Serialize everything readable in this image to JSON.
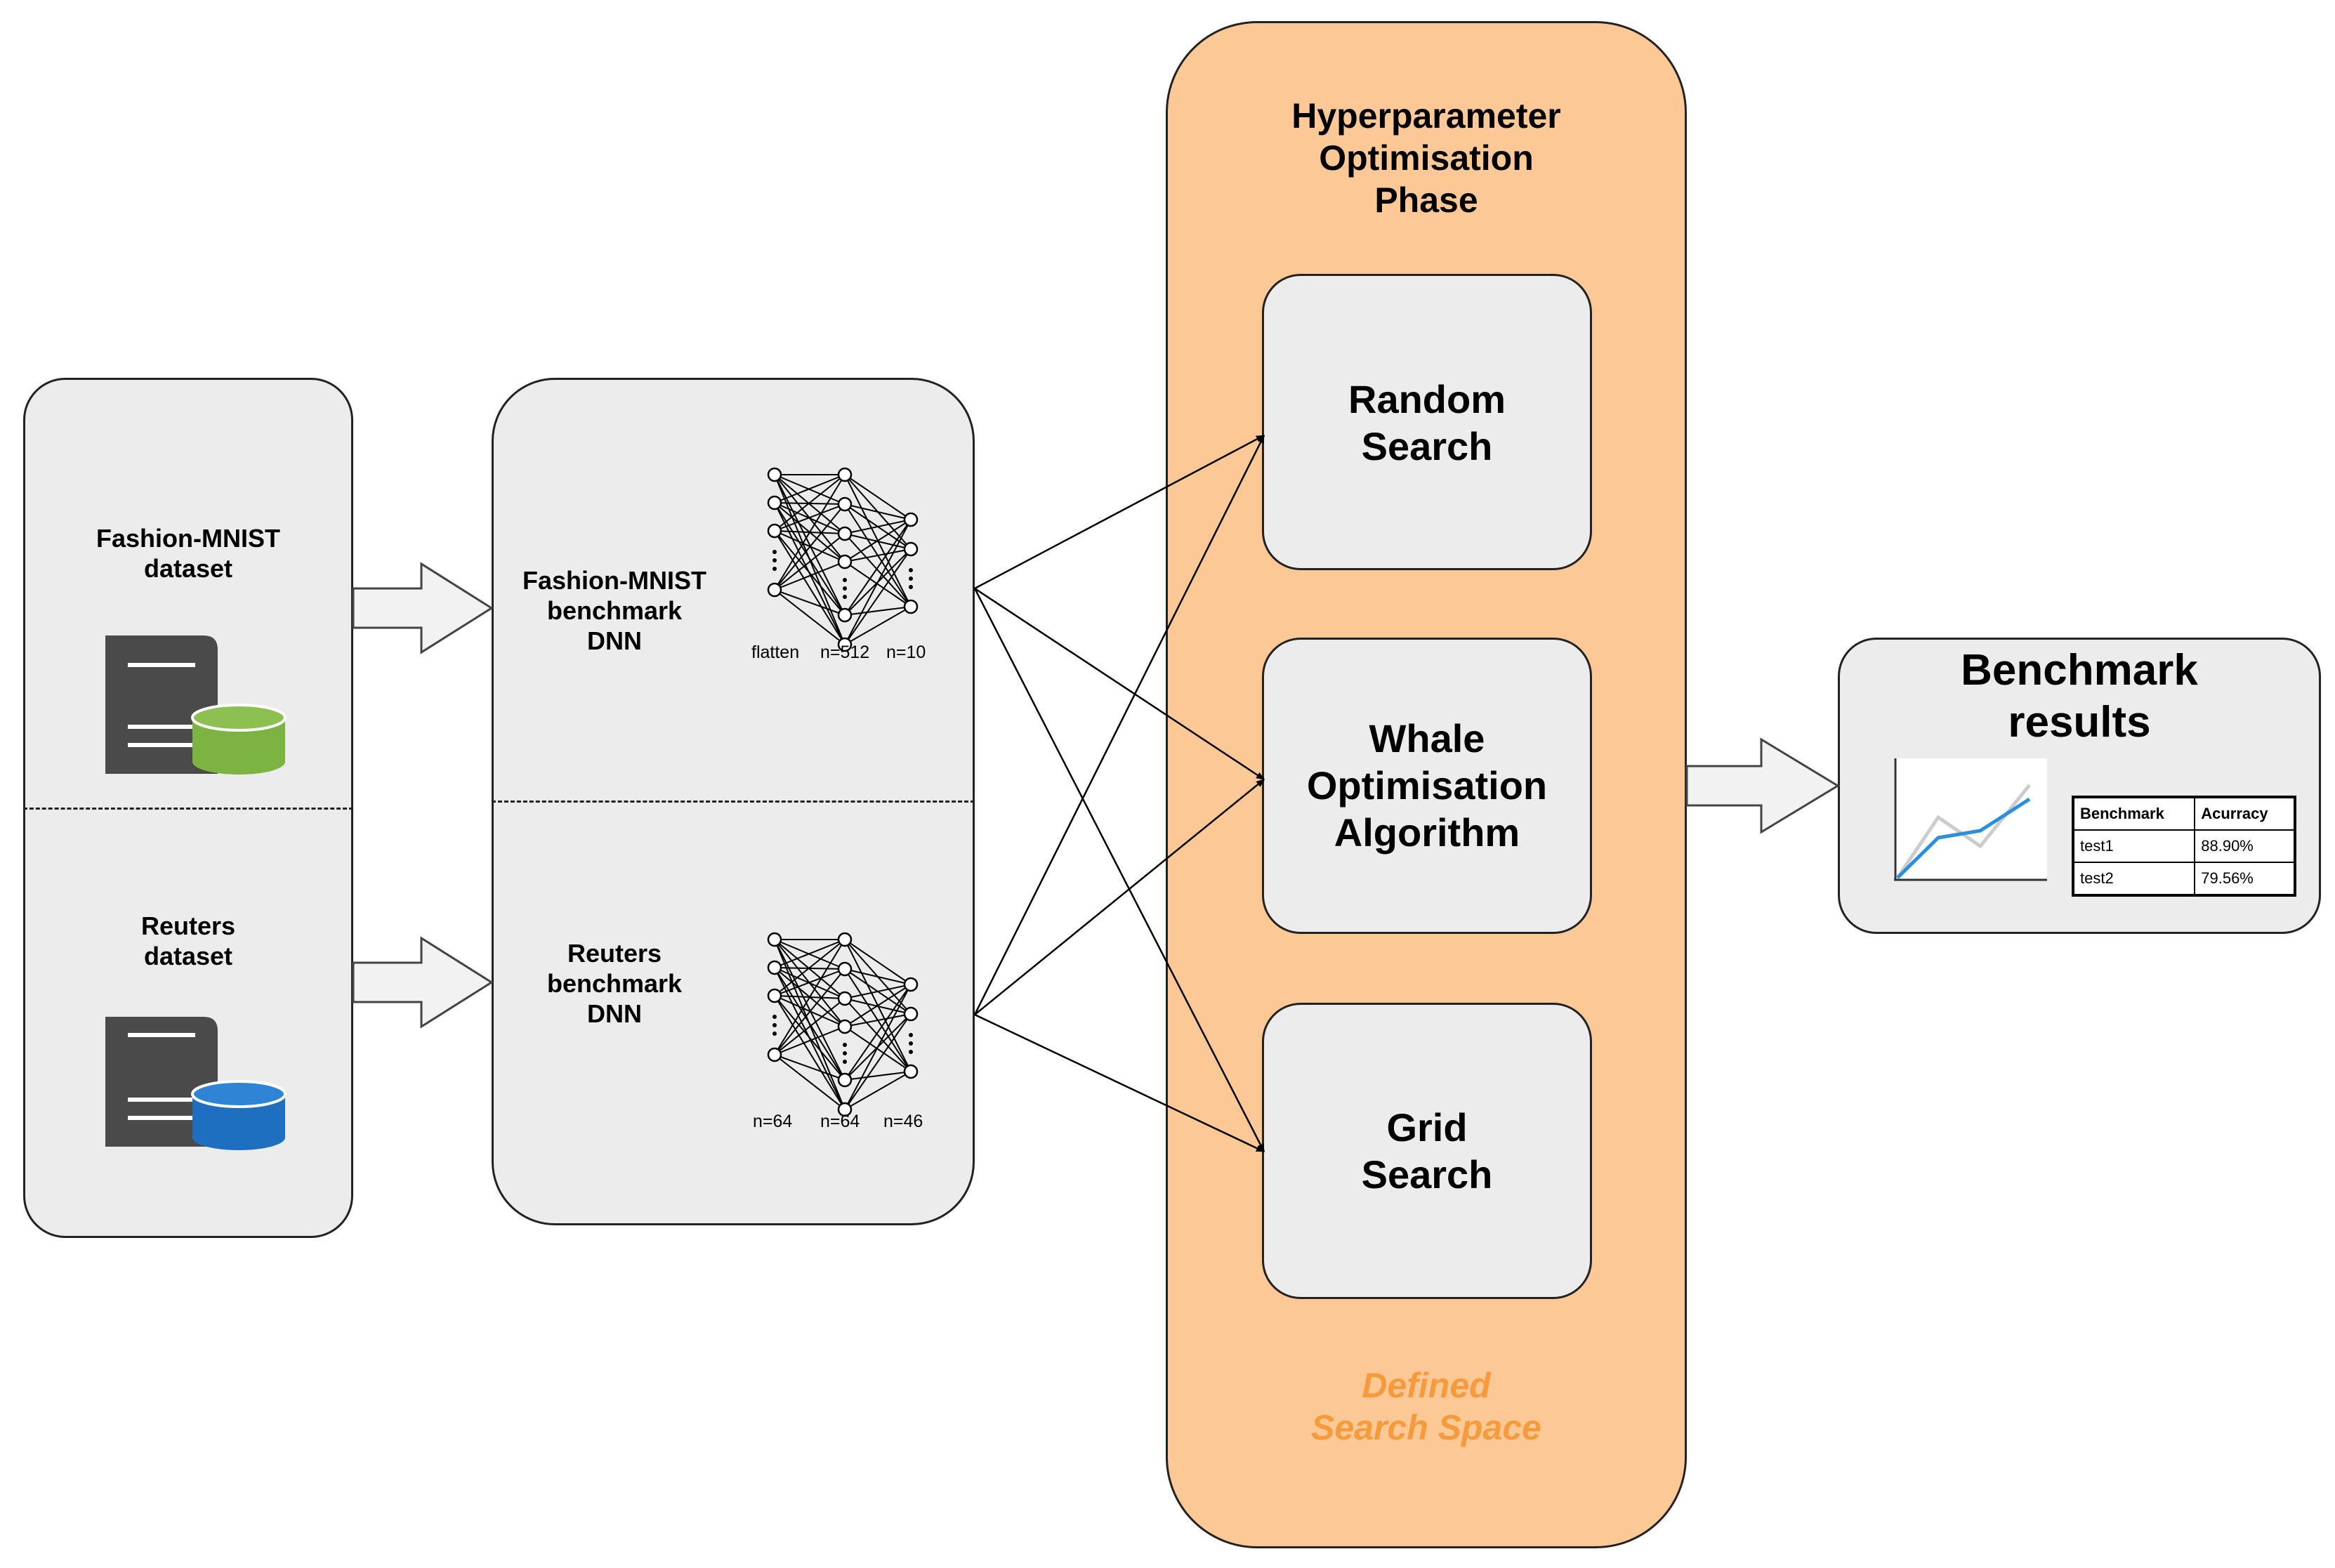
{
  "datasets": {
    "fashion_label": "Fashion-MNIST\ndataset",
    "reuters_label": "Reuters\ndataset",
    "fashion_icon": "database-server-icon",
    "reuters_icon": "database-server-icon",
    "fashion_color": "#7cb342",
    "reuters_color": "#1e6fbf"
  },
  "models": {
    "fashion_label": "Fashion-MNIST\nbenchmark\nDNN",
    "reuters_label": "Reuters\nbenchmark\nDNN",
    "fashion_layers": [
      "flatten",
      "n=512",
      "n=10"
    ],
    "reuters_layers": [
      "n=64",
      "n=64",
      "n=46"
    ]
  },
  "hpo": {
    "title": "Hyperparameter\nOptimisation\nPhase",
    "methods": [
      "Random\nSearch",
      "Whale\nOptimisation\nAlgorithm",
      "Grid\nSearch"
    ],
    "search_space": "Defined\nSearch Space",
    "panel_color": "#fcc996",
    "search_space_color": "#f59b3c"
  },
  "results": {
    "title": "Benchmark\nresults",
    "table_headers": [
      "Benchmark",
      "Acurracy"
    ],
    "table_rows": [
      [
        "test1",
        "88.90%"
      ],
      [
        "test2",
        "79.56%"
      ]
    ],
    "chart_blue_color": "#2b8fe0",
    "chart_grey_color": "#cccccc"
  }
}
